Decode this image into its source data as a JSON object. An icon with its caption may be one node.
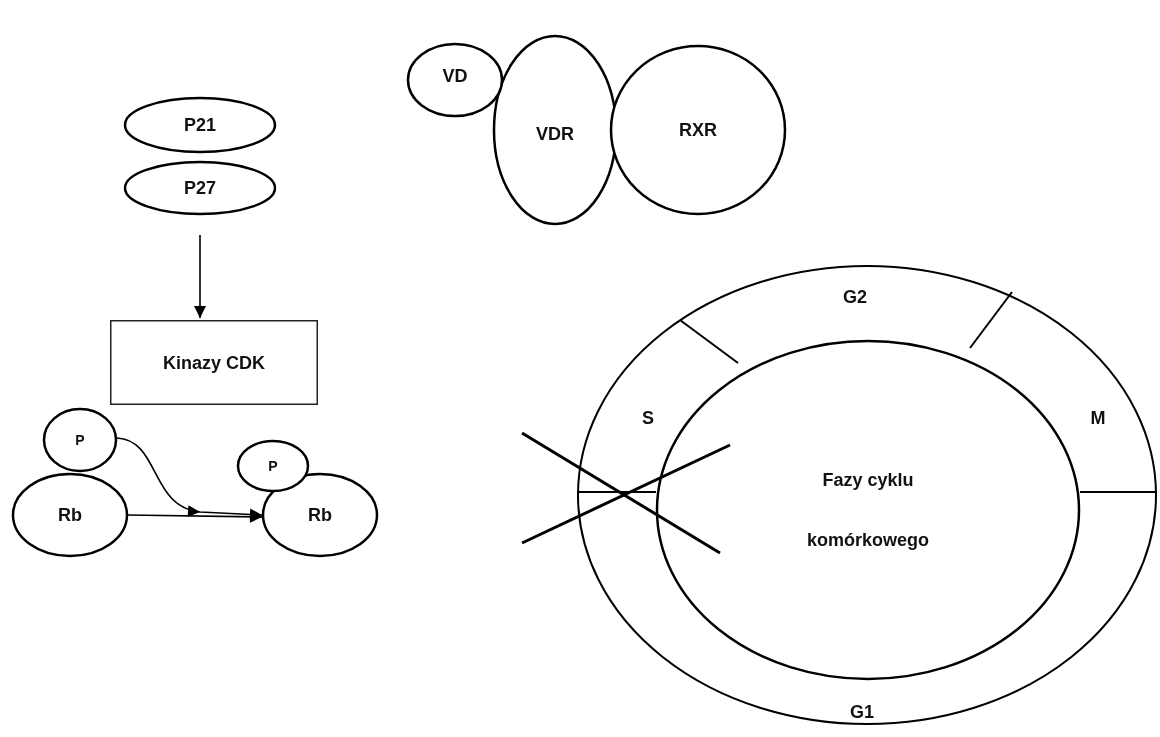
{
  "diagram": {
    "nodes": [
      {
        "text": [
          "P21"
        ]
      },
      {
        "text": [
          "P27"
        ]
      },
      {
        "text": [
          "Kinazy CDK"
        ]
      },
      {
        "text": [
          "P"
        ]
      },
      {
        "text": [
          "Rb"
        ]
      },
      {
        "text": [
          "P"
        ]
      },
      {
        "text": [
          "Rb"
        ]
      },
      {
        "text": [
          "VD"
        ]
      },
      {
        "text": [
          "VDR"
        ]
      },
      {
        "text": [
          "RXR"
        ]
      },
      {
        "text": [
          "G2",
          "S",
          "M",
          "G1"
        ]
      },
      {
        "text": [
          "Fazy cyklu komórkowego"
        ],
        "in": 10
      }
    ],
    "edges": [
      {
        "from": 1,
        "to": 2,
        "arrow": "to"
      },
      {
        "from": 4,
        "to": 6,
        "arrow": "to"
      },
      {
        "from": 3,
        "to": 6,
        "arrow": "to"
      }
    ]
  }
}
